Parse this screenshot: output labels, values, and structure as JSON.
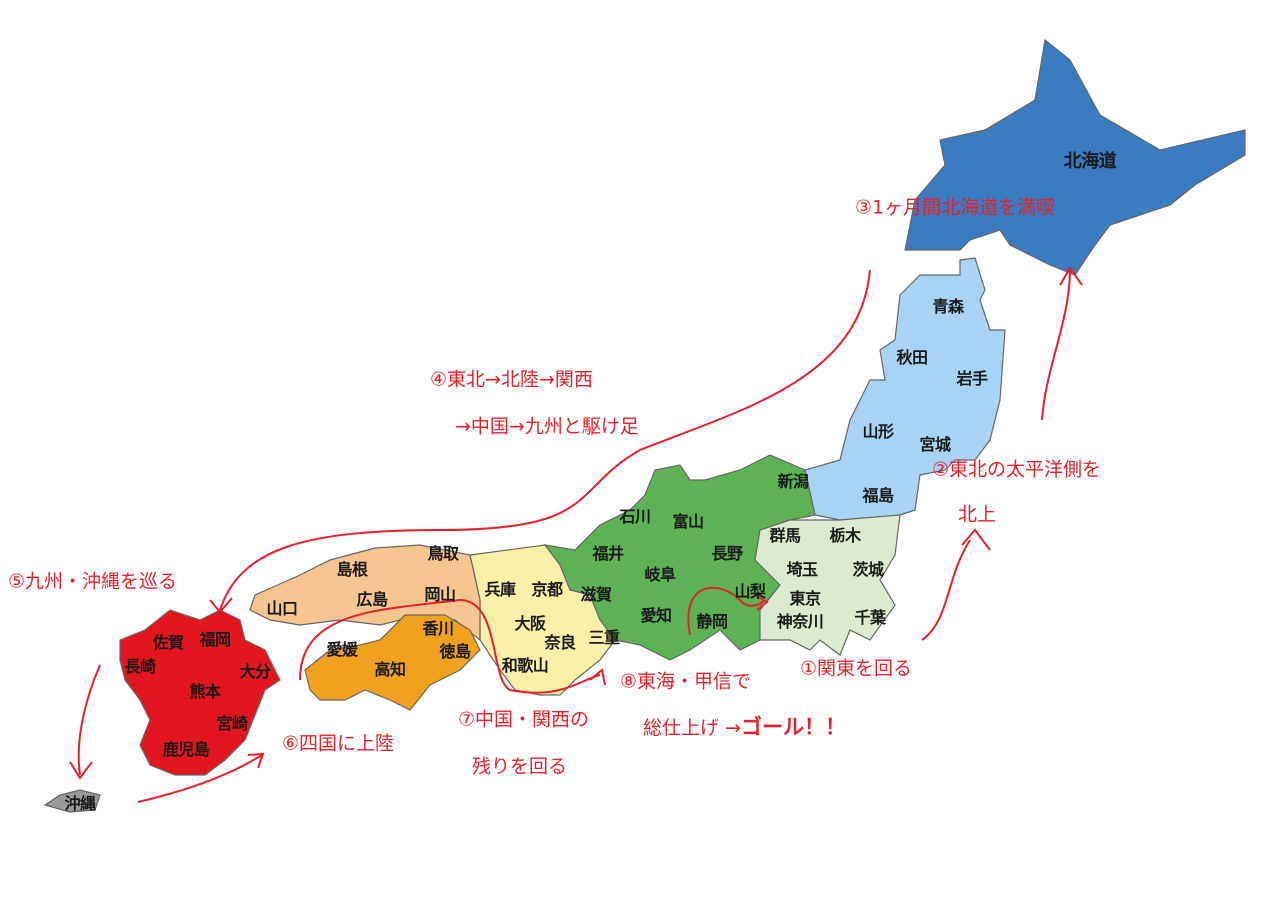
{
  "colors": {
    "hokkaido": "#3a7cc2",
    "tohoku": "#a9d3f2",
    "kanto": "#dcebcf",
    "chubu": "#5db353",
    "kinki": "#f8f0a6",
    "chugoku": "#f6c68e",
    "shikoku": "#f0a21e",
    "kyushu": "#e3161f",
    "okinawa": "#9a9a9a",
    "annotation": "#e8202a"
  },
  "prefectures": [
    "北海道",
    "青森",
    "秋田",
    "岩手",
    "山形",
    "宮城",
    "新潟",
    "福島",
    "石川",
    "富山",
    "福井",
    "長野",
    "群馬",
    "栃木",
    "岐阜",
    "埼玉",
    "茨城",
    "山梨",
    "東京",
    "愛知",
    "静岡",
    "神奈川",
    "千葉",
    "鳥取",
    "島根",
    "広島",
    "岡山",
    "山口",
    "兵庫",
    "京都",
    "滋賀",
    "大阪",
    "奈良",
    "三重",
    "和歌山",
    "香川",
    "愛媛",
    "徳島",
    "高知",
    "佐賀",
    "福岡",
    "長崎",
    "大分",
    "熊本",
    "宮崎",
    "鹿児島",
    "沖縄"
  ],
  "annotations": {
    "step1": "①関東を回る",
    "step2_line1": "②東北の太平洋側を",
    "step2_line2": "北上",
    "step3": "③1ヶ月間北海道を満喫",
    "step4_line1": "④東北→北陸→関西",
    "step4_line2": "→中国→九州と駆け足",
    "step5": "⑤九州・沖縄を巡る",
    "step6": "⑥四国に上陸",
    "step7_line1": "⑦中国・関西の",
    "step7_line2": "残りを回る",
    "step8_line1": "⑧東海・甲信で",
    "step8_line2": "総仕上げ →",
    "goal": "ゴール！！"
  }
}
